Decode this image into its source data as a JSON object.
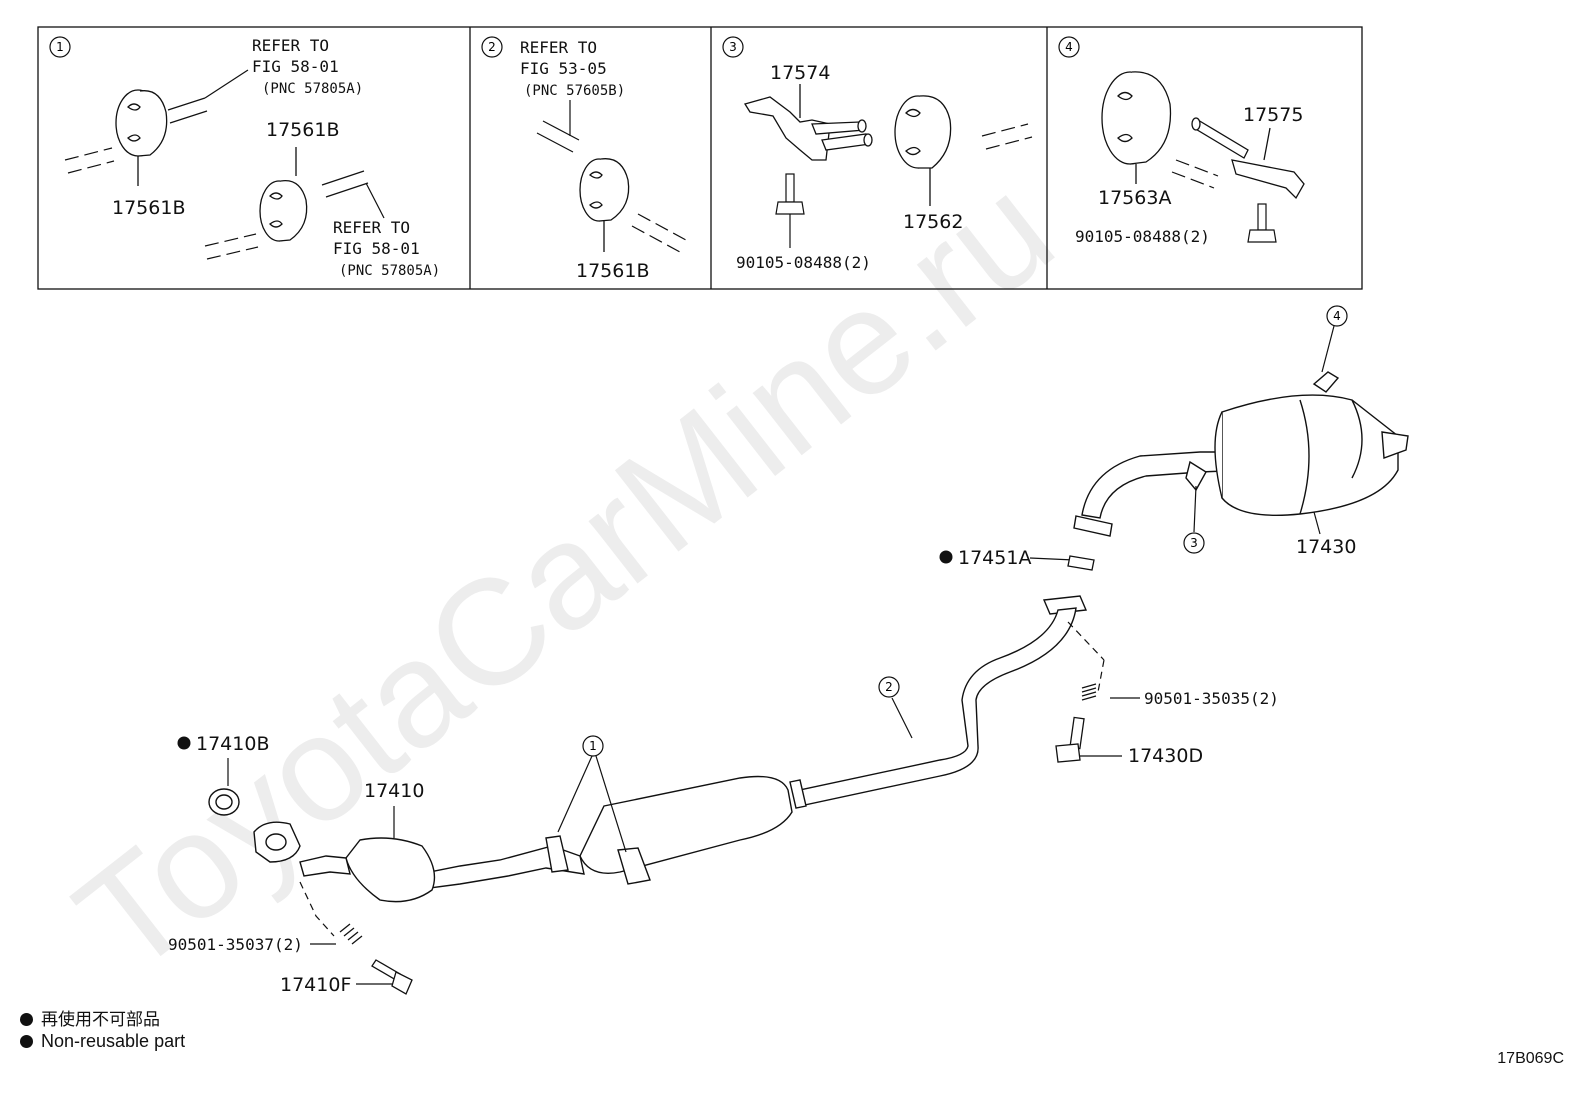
{
  "watermark": "ToyotaCarMine.ru",
  "figure_code": "17B069C",
  "legend": {
    "japanese": "再使用不可部品",
    "english": "Non-reusable part"
  },
  "panels": {
    "p1": {
      "number": "1",
      "refer_a": [
        "REFER TO",
        "FIG 58-01",
        "(PNC 57805A)"
      ],
      "refer_b": [
        "REFER TO",
        "FIG 58-01",
        "(PNC 57805A)"
      ],
      "part_left": "17561B",
      "part_right": "17561B"
    },
    "p2": {
      "number": "2",
      "refer": [
        "REFER TO",
        "FIG 53-05",
        "(PNC 57605B)"
      ],
      "part": "17561B"
    },
    "p3": {
      "number": "3",
      "bracket": "17574",
      "hanger": "17562",
      "bolt": "90105-08488(2)"
    },
    "p4": {
      "number": "4",
      "hanger": "17563A",
      "bracket": "17575",
      "bolt": "90105-08488(2)"
    }
  },
  "main": {
    "tailpipe_muffler": "17430",
    "gasket_rear": "17451A",
    "spring_rear": "90501-35035(2)",
    "bolt_rear": "17430D",
    "gasket_front": "17410B",
    "front_pipe": "17410",
    "spring_front": "90501-35037(2)",
    "bolt_front": "17410F",
    "callout_1": "1",
    "callout_2": "2",
    "callout_3": "3",
    "callout_4": "4"
  }
}
